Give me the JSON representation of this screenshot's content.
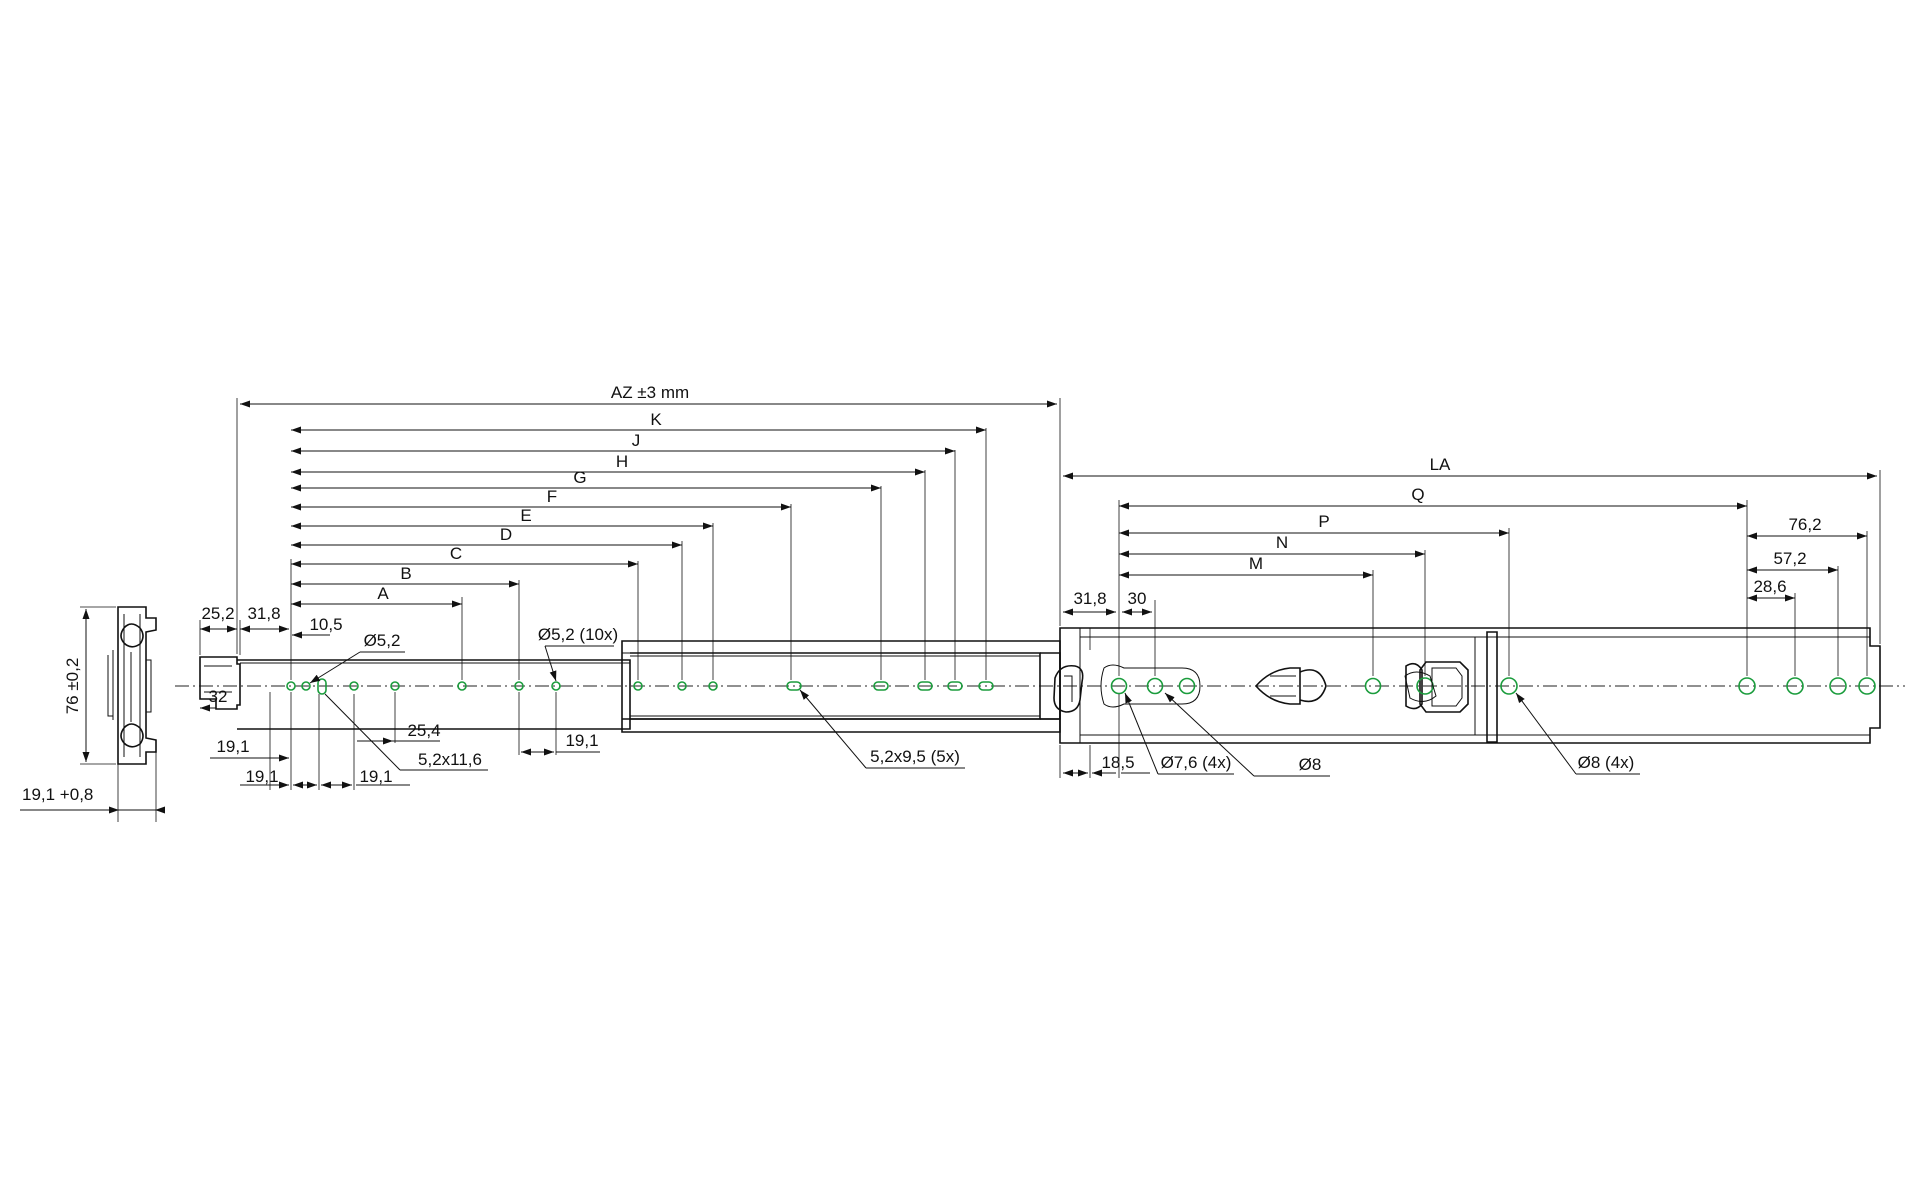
{
  "colors": {
    "line": "#111111",
    "hole": "#1a9c3c",
    "background": "#ffffff"
  },
  "labels": {
    "overall_length": "AZ ±3 mm",
    "extension_length": "LA",
    "height": "76 ±0,2",
    "width": "19,1 +0,8",
    "k": "K",
    "j": "J",
    "h": "H",
    "g": "G",
    "f": "F",
    "e": "E",
    "d": "D",
    "c": "C",
    "b": "B",
    "a": "A",
    "q": "Q",
    "p": "P",
    "n": "N",
    "m": "M",
    "d25_2": "25,2",
    "d31_8_left": "31,8",
    "d10_5": "10,5",
    "d32": "32",
    "d19_1_a": "19,1",
    "d19_1_b": "19,1",
    "d19_1_c": "19,1",
    "d19_1_d": "19,1",
    "d25_4": "25,4",
    "slot_5_2x11_6": "5,2x11,6",
    "hole_5_2": "Ø5,2",
    "hole_5_2_10x": "Ø5,2 (10x)",
    "slot_5_2x9_5_5x": "5,2x9,5 (5x)",
    "d31_8_right": "31,8",
    "d30": "30",
    "d18_5": "18,5",
    "hole_7_6_4x": "Ø7,6 (4x)",
    "hole_8": "Ø8",
    "hole_8_4x": "Ø8 (4x)",
    "d76_2": "76,2",
    "d57_2": "57,2",
    "d28_6": "28,6"
  }
}
